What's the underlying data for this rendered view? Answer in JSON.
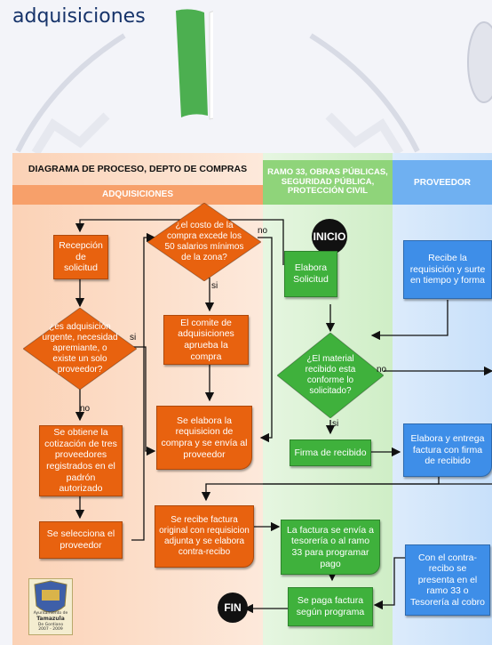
{
  "page_title": "adquisiciones",
  "diagram": {
    "title": "DIAGRAMA DE PROCESO, DEPTO DE COMPRAS",
    "lanes": {
      "adquisiciones": "ADQUISICIONES",
      "ramo33": "RAMO 33, OBRAS PÚBLICAS, SEGURIDAD PÚBLICA, PROTECCIÓN CIVIL",
      "proveedor": "PROVEEDOR"
    },
    "nodes": {
      "inicio": "INICIO",
      "fin": "FIN",
      "recepcion": "Recepción de solicitud",
      "urgente": "¿es adquisición urgente, necesidad apremiante, o existe un solo proveedor?",
      "cotizacion": "Se obtiene la cotización de tres proveedores registrados en el padrón autorizado",
      "selecciona": "Se selecciona el proveedor",
      "costo": "¿el costo de la compra excede los 50 salarios mínimos de la zona?",
      "comite": "El comite de adquisiciones aprueba la compra",
      "requisicion": "Se elabora la requisicion de compra y se envía al proveedor",
      "factura_original": "Se recibe factura original con requisicion adjunta y se elabora contra-recibo",
      "elabora_solicitud": "Elabora Solicitud",
      "material": "¿El material recibido esta conforme lo solicitado?",
      "firma": "Firma de recibido",
      "tesoreria": "La factura se envía a tesorería o al ramo 33 para programar pago",
      "paga": "Se paga factura según programa",
      "recibe_requisicion": "Recibe la requisición y surte en tiempo y forma",
      "elabora_factura": "Elabora y entrega factura con firma de recibido",
      "contra_recibo": "Con el contra-recibo se presenta en el ramo 33 o Tesorería al cobro"
    },
    "labels": {
      "si": "si",
      "no": "no"
    },
    "logo": {
      "line1": "Ayuntamiento de",
      "line2": "Tamazula",
      "line3": "De Gordiano",
      "line4": "2007 - 2009"
    }
  },
  "colors": {
    "orange": "#e8620f",
    "green": "#3fb13c",
    "blue": "#3e8ee8",
    "navy": "#16336a"
  }
}
